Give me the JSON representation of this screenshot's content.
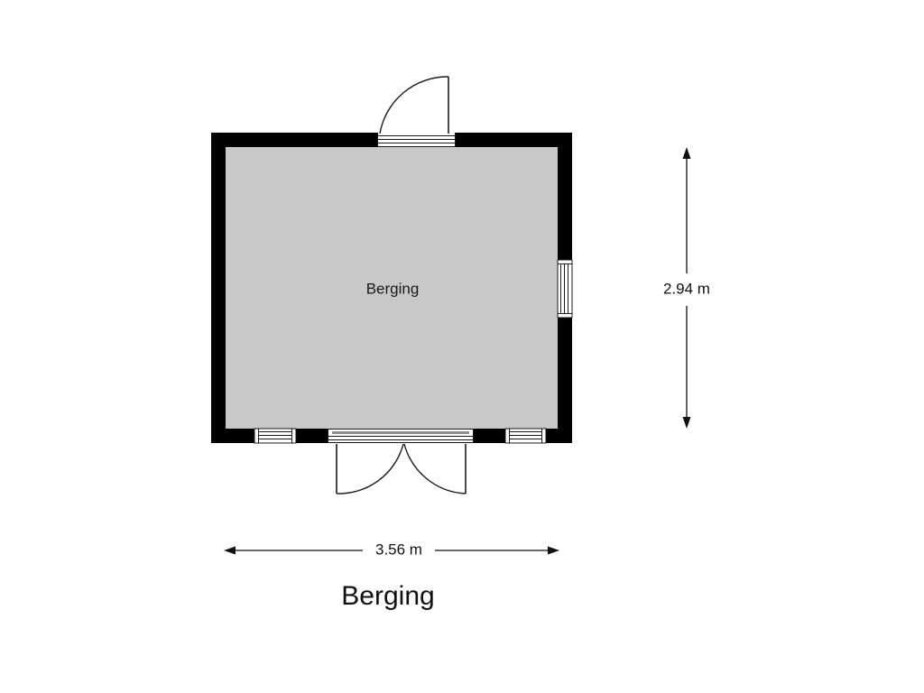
{
  "page": {
    "background_color": "#ffffff",
    "title_caption": "Berging"
  },
  "plan": {
    "room": {
      "name": "Berging",
      "label": "Berging",
      "floor_color": "#c8c8c8",
      "wall_color": "#000000",
      "outline_color": "#000000"
    },
    "dimensions": {
      "width_label": "3.56 m",
      "height_label": "2.94 m",
      "width_value": 3.56,
      "height_value": 2.94,
      "unit": "m"
    },
    "openings": [
      {
        "id": "top-door",
        "type": "door",
        "wall": "top",
        "swing": "inward-left-hinge",
        "label": "single-door"
      },
      {
        "id": "right-window",
        "type": "window",
        "wall": "right",
        "label": "window"
      },
      {
        "id": "bottom-left-window",
        "type": "window",
        "wall": "bottom",
        "label": "window"
      },
      {
        "id": "bottom-double-door",
        "type": "door",
        "wall": "bottom",
        "swing": "outward-double",
        "label": "double-door"
      },
      {
        "id": "bottom-right-window",
        "type": "window",
        "wall": "bottom",
        "label": "window"
      }
    ]
  },
  "colors": {
    "floor": "#c8c8c8",
    "wall": "#000000",
    "line": "#1a1a1a",
    "white": "#ffffff",
    "text": "#111111"
  }
}
